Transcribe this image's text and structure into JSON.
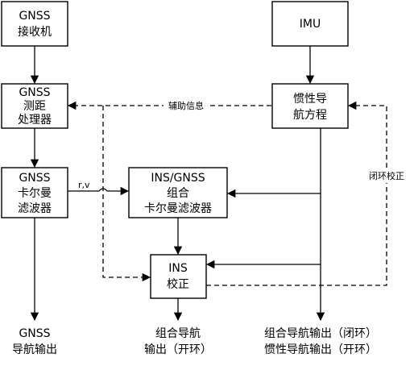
{
  "nodes": {
    "gnss_receiver": [
      "GNSS",
      "接收机"
    ],
    "gnss_ranging": [
      "GNSS",
      "测距",
      "处理器"
    ],
    "gnss_kalman": [
      "GNSS",
      "卡尔曼",
      "滤波器"
    ],
    "imu": [
      "IMU"
    ],
    "ins_equation": [
      "惯性导",
      "航方程"
    ],
    "ins_gnss_kalman": [
      "INS/GNSS",
      "组合",
      "卡尔曼滤波器"
    ],
    "ins_correction": [
      "INS",
      "校正"
    ]
  },
  "outputs": {
    "gnss_output": [
      "GNSS",
      "导航输出"
    ],
    "open_output": [
      "组合导航",
      "输出（开环）"
    ],
    "closed_output": [
      "组合导航输出（闭环）",
      "惯性导航输出（开环）"
    ]
  },
  "edge_labels": {
    "aiding_info": "辅助信息",
    "closed_loop_correction": "闭环校正",
    "rv": "r,v"
  }
}
